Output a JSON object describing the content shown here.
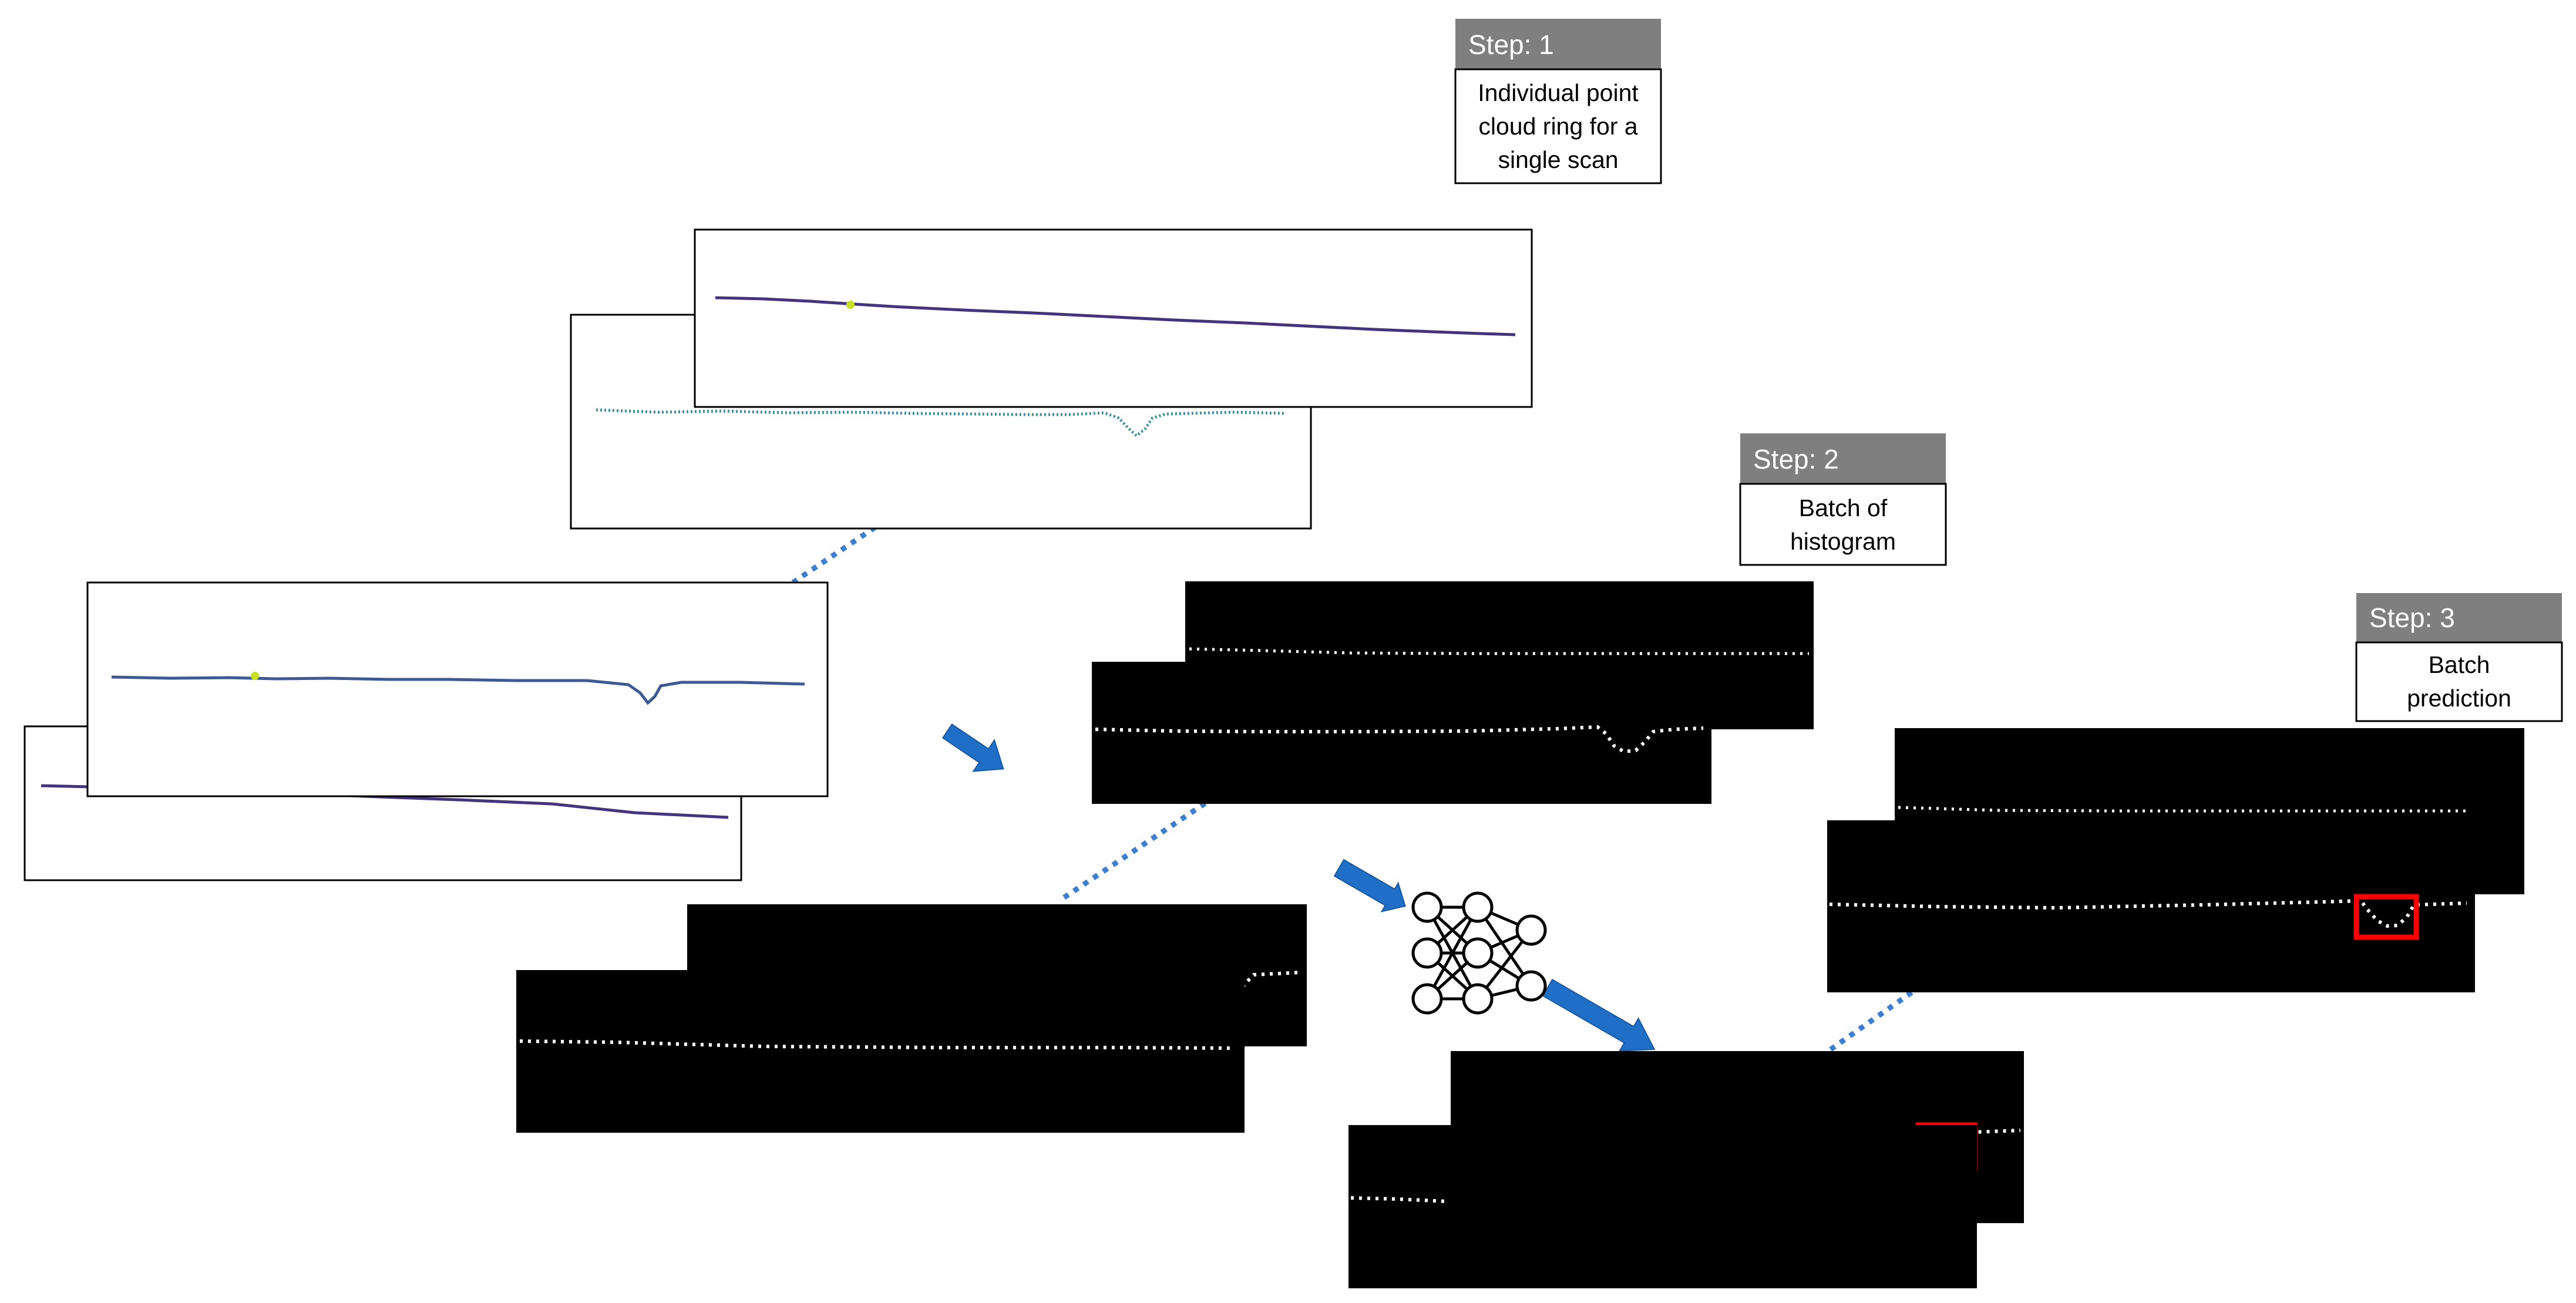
{
  "steps": [
    {
      "header": "Step: 1",
      "desc": [
        "Individual point",
        "cloud ring for a",
        "single scan"
      ]
    },
    {
      "header": "Step: 2",
      "desc": [
        "Batch of",
        "histogram"
      ]
    },
    {
      "header": "Step: 3",
      "desc": [
        "Batch",
        "prediction"
      ]
    }
  ],
  "colors": {
    "step_header_bg": "#7f7f7f",
    "arrow": "#1f6fc6",
    "connector": "#3e7fd0",
    "highlight": "#ff0000",
    "histogram_bg": "#000000",
    "histogram_points": "#ffffff",
    "scan_colormap": [
      "#440154",
      "#31688e",
      "#1f9e89",
      "#c8e020"
    ]
  },
  "icons": {
    "flow_arrow": "block-arrow-icon",
    "network": "neural-network-icon"
  }
}
